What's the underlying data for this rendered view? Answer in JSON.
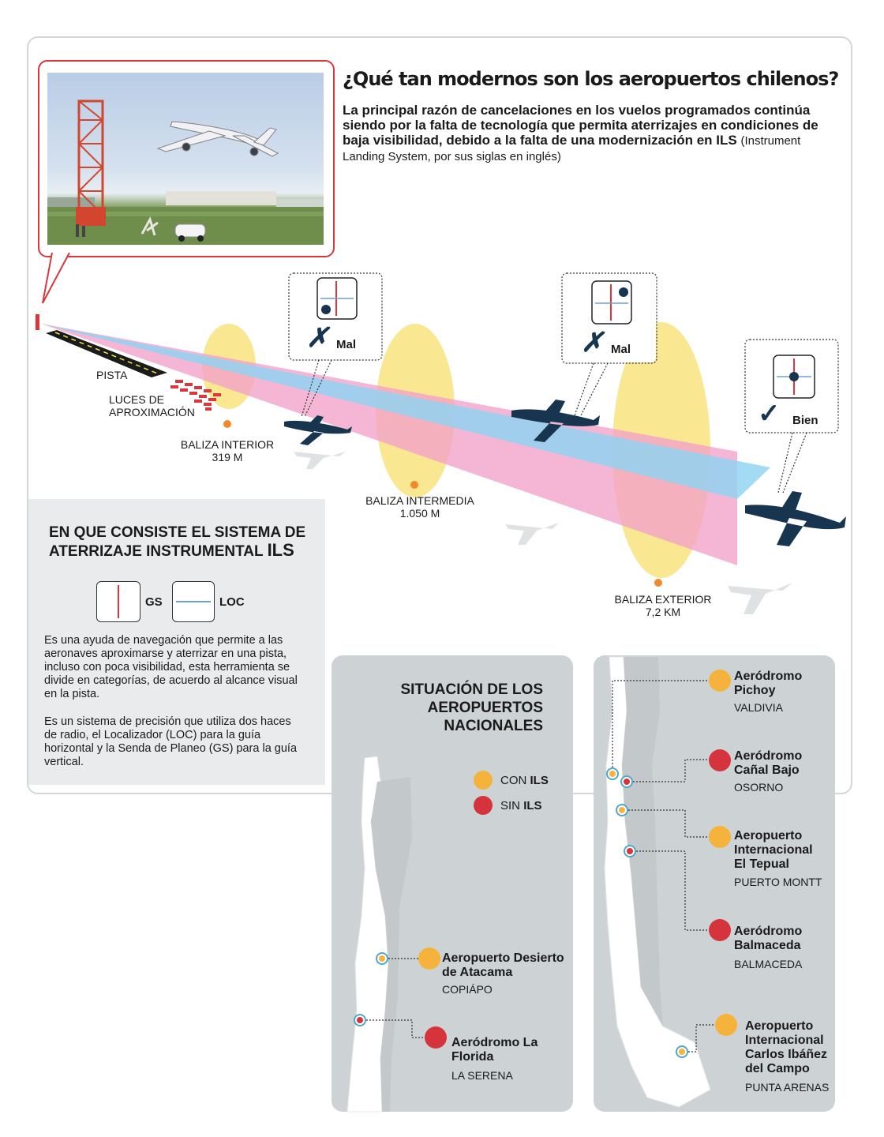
{
  "title": "¿Qué tan modernos son los aeropuertos chilenos?",
  "subtitle": {
    "main": "La principal razón de cancelaciones en los vuelos programados continúa siendo por la falta de tecnología que permita aterrizajes en condiciones de baja visibilidad, debido a la falta de una modernización en ILS",
    "note": "(Instrument Landing System, por sus siglas en inglés)"
  },
  "diagram": {
    "pista": "PISTA",
    "luces": [
      "LUCES DE",
      "APROXIMACIÓN"
    ],
    "baliza_interior": [
      "BALIZA INTERIOR",
      "319 M"
    ],
    "baliza_intermedia": [
      "BALIZA INTERMEDIA",
      "1.050 M"
    ],
    "baliza_exterior": [
      "BALIZA EXTERIOR",
      "7,2 KM"
    ],
    "status_bad": "Mal",
    "status_good": "Bien",
    "icon_bad": "✗",
    "icon_good": "✓",
    "colors": {
      "gs_beam": "#f2a1c9",
      "loc_beam": "#8fd3f1",
      "marker": "#f7df6e",
      "plane": "#17354f",
      "accent": "#d9363e"
    }
  },
  "info": {
    "title": "EN QUE CONSISTE EL SISTEMA DE ATERRIZAJE INSTRUMENTAL",
    "title_big": "ILS",
    "gs_label": "GS",
    "loc_label": "LOC",
    "p1": "Es una ayuda de navegación que permite a las aeronaves aproximarse y aterrizar en una pista, incluso con poca visibilidad, esta herramienta se divide en categorías, de acuerdo al alcance visual en la pista.",
    "p2": "Es un sistema de precisión que utiliza dos haces de radio, el Localizador (LOC) para la guía horizontal y la Senda de Planeo (GS) para la guía vertical."
  },
  "map": {
    "title": "SITUACIÓN DE LOS AEROPUERTOS NACIONALES",
    "legend_con": "CON",
    "legend_sin": "SIN",
    "legend_ils": "ILS",
    "airports": [
      {
        "name": "Aeropuerto Desierto de Atacama",
        "city": "COPIÁPO",
        "ils": true
      },
      {
        "name": "Aeródromo La Florida",
        "city": "LA SERENA",
        "ils": false
      },
      {
        "name": "Aeródromo Pichoy",
        "city": "VALDIVIA",
        "ils": true
      },
      {
        "name": "Aeródromo Cañal Bajo",
        "city": "OSORNO",
        "ils": false
      },
      {
        "name": "Aeropuerto Internacional El Tepual",
        "city": "PUERTO MONTT",
        "ils": true
      },
      {
        "name": "Aeródromo Balmaceda",
        "city": "BALMACEDA",
        "ils": false
      },
      {
        "name": "Aeropuerto Internacional Carlos Ibáñez del Campo",
        "city": "PUNTA ARENAS",
        "ils": true
      }
    ]
  }
}
